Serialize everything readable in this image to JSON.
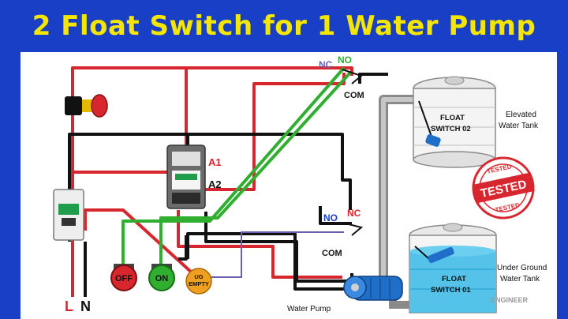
{
  "title": "2 Float Switch for 1 Water Pump",
  "labels": {
    "nc_top": "NC",
    "no_top": "NO",
    "com_top": "COM",
    "no_bottom": "NO",
    "nc_bottom": "NC",
    "com_bottom": "COM",
    "a1": "A1",
    "a2": "A2",
    "float_top_line1": "FLOAT",
    "float_top_line2": "SWITCH 02",
    "elevated_line1": "Elevated",
    "elevated_line2": "Water Tank",
    "tested_main": "TESTED",
    "tested_arc_top": "TESTED",
    "tested_arc_bottom": "TESTED",
    "float_bottom_line1": "FLOAT",
    "float_bottom_line2": "SWITCH 01",
    "underground_line1": "Under Ground",
    "underground_line2": "Water Tank",
    "off": "OFF",
    "on": "ON",
    "ug_line1": "UG",
    "ug_line2": "EMPTY",
    "water_pump": "Water Pump",
    "l": "L",
    "n": "N",
    "watermark": "ENGINEER"
  },
  "colors": {
    "title": "#f5e600",
    "background": "#1a3fc7",
    "wire_live": "#d8262e",
    "wire_neutral": "#111111",
    "wire_control": "#2fae2f",
    "wire_signal": "#6a5fb0",
    "off_button": "#d8262e",
    "on_button": "#2fae2f",
    "ug_indicator": "#f0a020",
    "tank_water": "#38b8e8",
    "pump": "#1f6fc8",
    "stamp": "#d8262e"
  }
}
